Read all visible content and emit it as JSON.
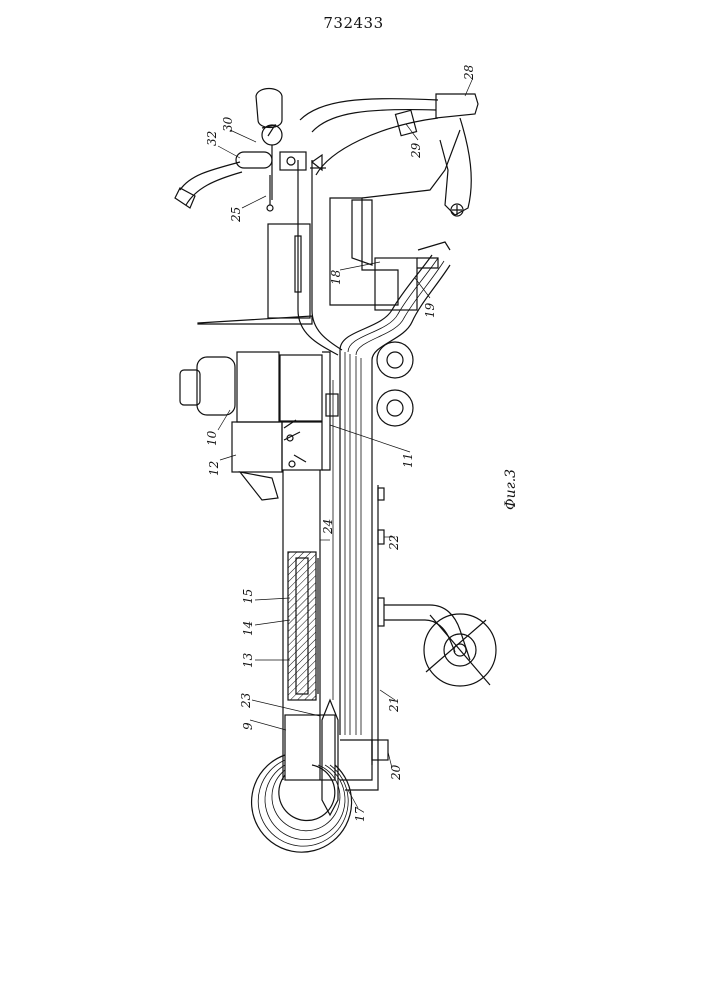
{
  "header": {
    "patent_number": "732433"
  },
  "figure": {
    "caption": "Фиг.3"
  },
  "labels": {
    "l9": "9",
    "l10": "10",
    "l11": "11",
    "l12": "12",
    "l13": "13",
    "l14": "14",
    "l15": "15",
    "l17": "17",
    "l18": "18",
    "l19": "19",
    "l20": "20",
    "l21": "21",
    "l22": "22",
    "l23": "23",
    "l24": "24",
    "l25": "25",
    "l28": "28",
    "l29": "29",
    "l30": "30",
    "l32": "32"
  }
}
